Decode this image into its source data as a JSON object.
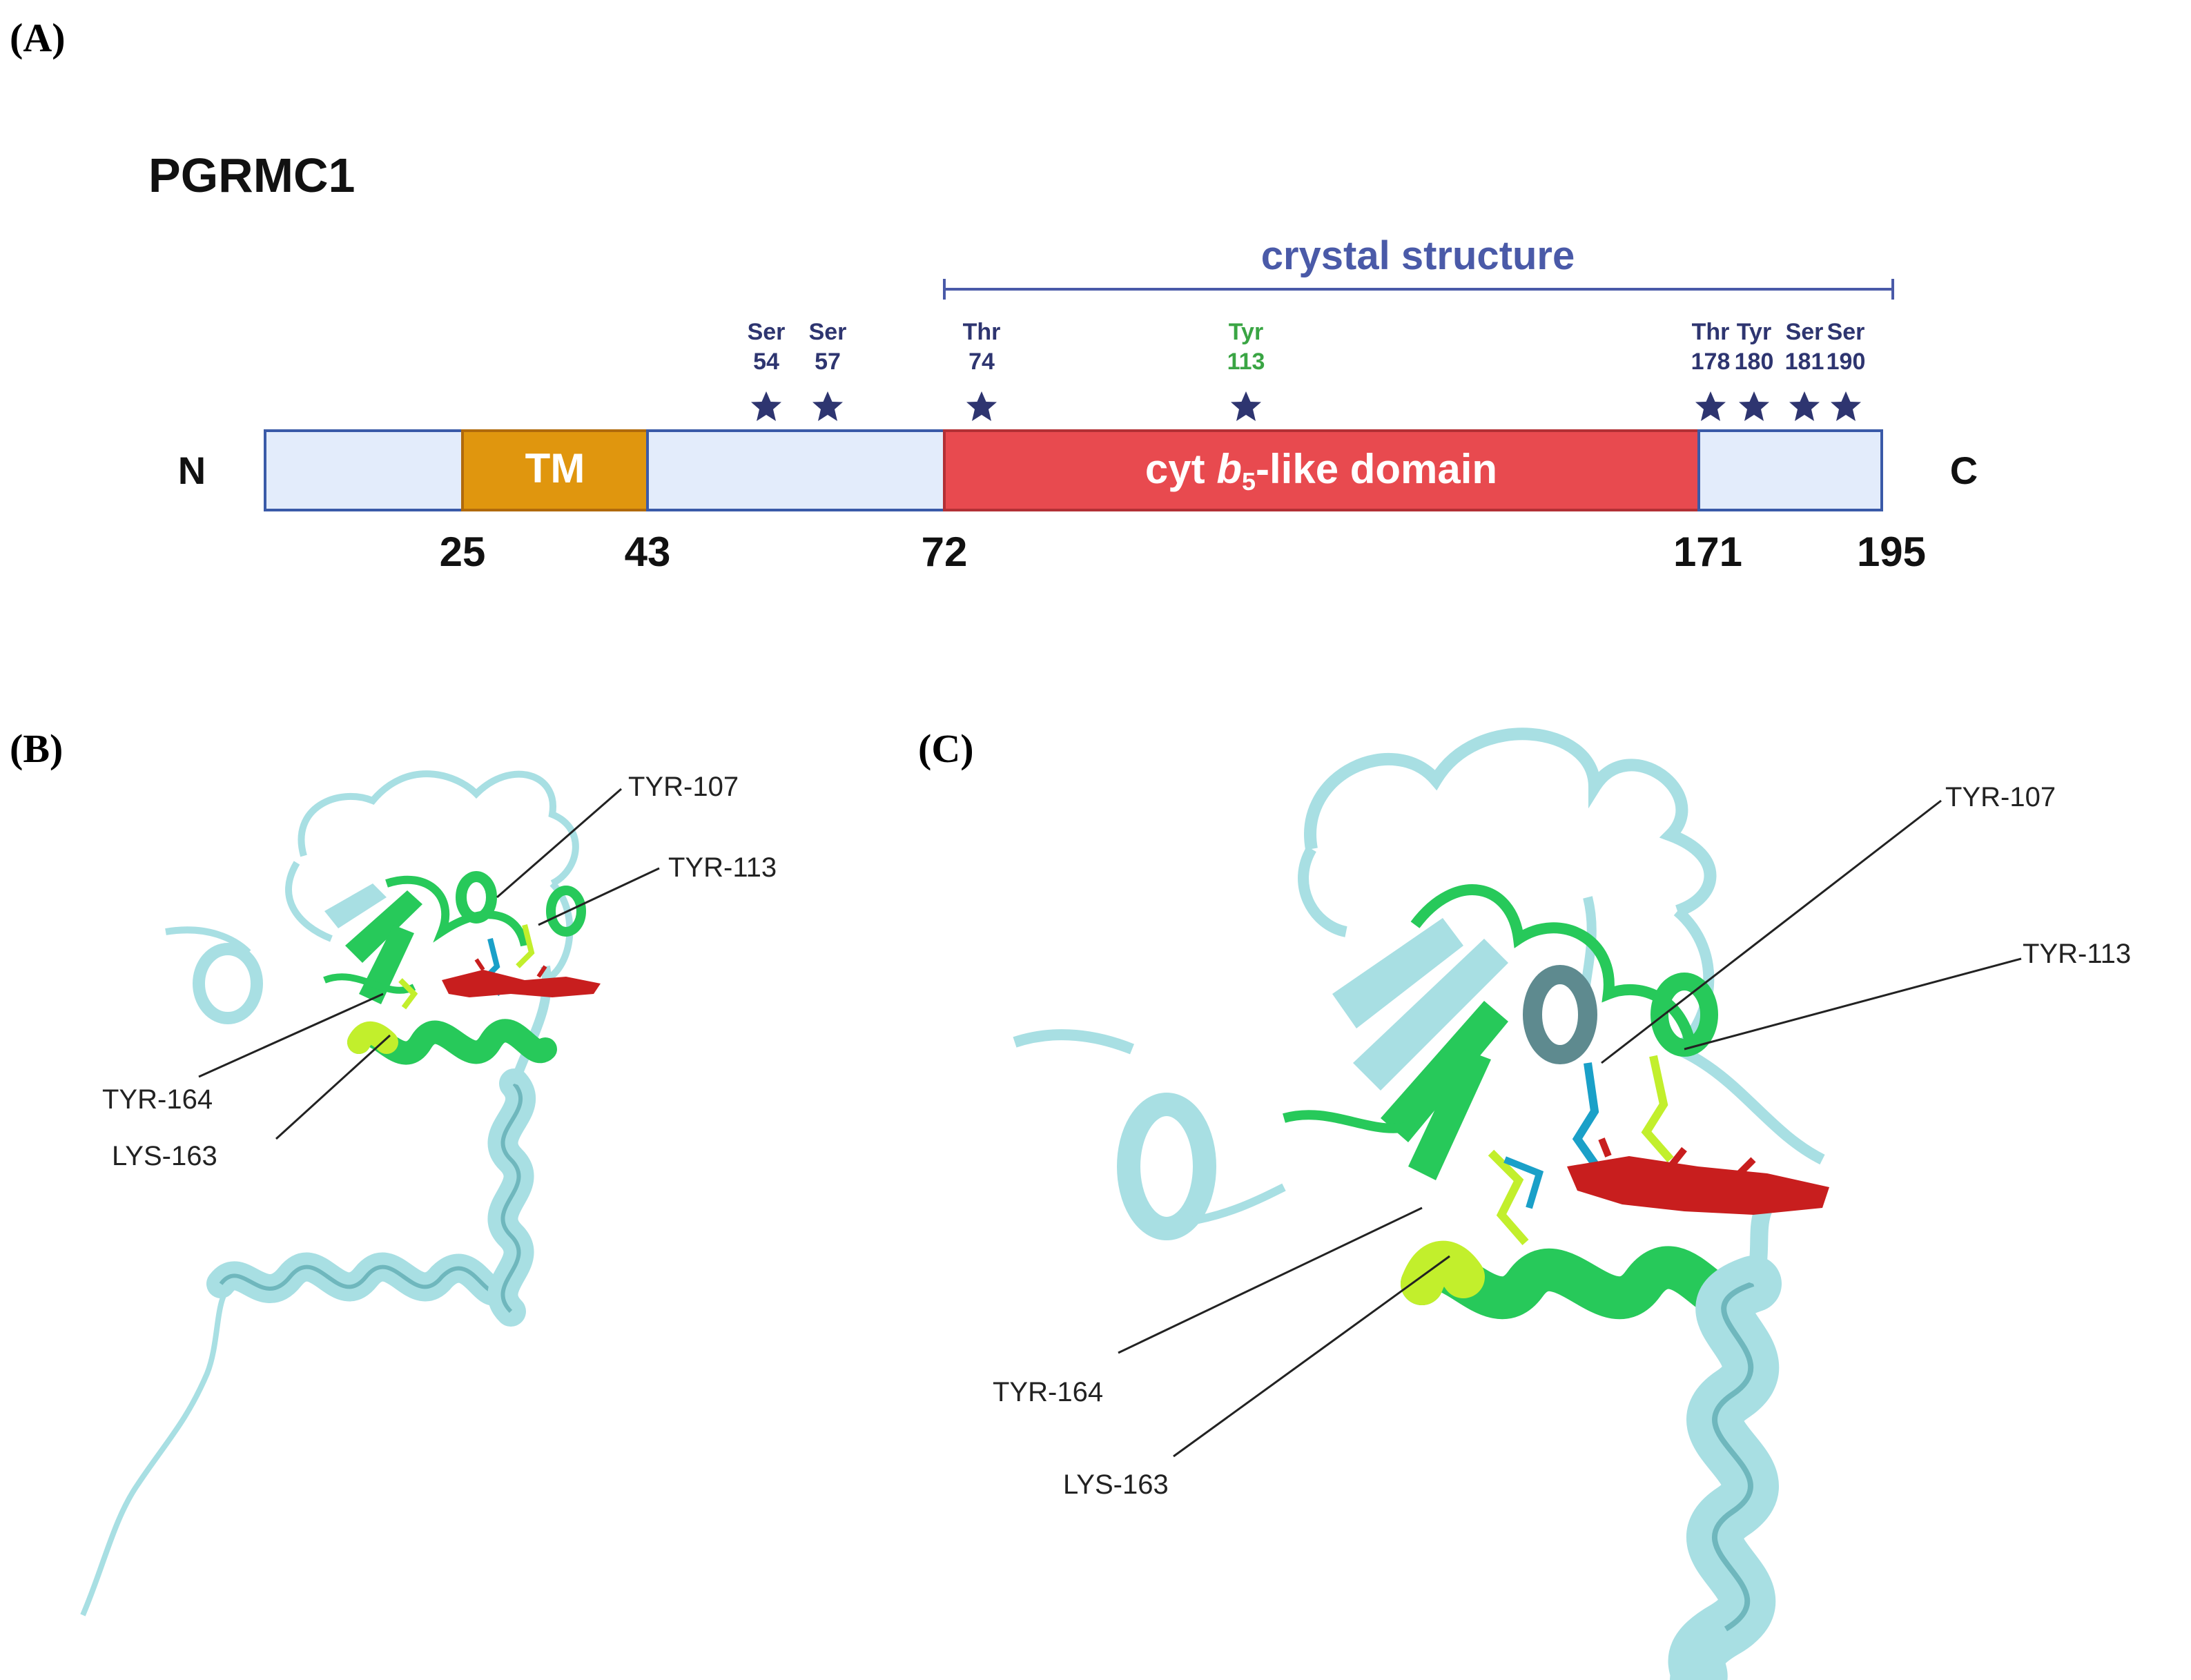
{
  "panels": {
    "a_label": "(A)",
    "b_label": "(B)",
    "c_label": "(C)"
  },
  "protein": {
    "name": "PGRMC1",
    "n_term": "N",
    "c_term": "C",
    "tm_label": "TM",
    "domain_label_prefix": "cyt ",
    "domain_label_italic": "b",
    "domain_label_sub": "5",
    "domain_label_suffix": "-like domain",
    "crystal_label": "crystal structure",
    "positions": [
      "25",
      "43",
      "72",
      "171",
      "195"
    ]
  },
  "sites": [
    {
      "res": "Ser",
      "num": "54"
    },
    {
      "res": "Ser",
      "num": "57"
    },
    {
      "res": "Thr",
      "num": "74"
    },
    {
      "res": "Tyr",
      "num": "113"
    },
    {
      "res": "Thr",
      "num": "178"
    },
    {
      "res": "Tyr",
      "num": "180"
    },
    {
      "res": "Ser",
      "num": "181"
    },
    {
      "res": "Ser",
      "num": "190"
    }
  ],
  "residue_labels": {
    "tyr107": "TYR-107",
    "tyr113": "TYR-113",
    "tyr164": "TYR-164",
    "lys163": "LYS-163"
  },
  "colors": {
    "site_blue": "#2e3570",
    "site_green": "#3aa544",
    "crystal_blue": "#4a5aa8",
    "tm_orange": "#e0960e",
    "domain_red": "#e84a4f",
    "box_fill": "#e3ecfb",
    "box_stroke": "#3a5aa8",
    "ribbon_cyan": "#a8dfe3",
    "ribbon_green": "#27c95a",
    "ribbon_lime": "#c2ef2c",
    "heme_red": "#c81e1e"
  }
}
